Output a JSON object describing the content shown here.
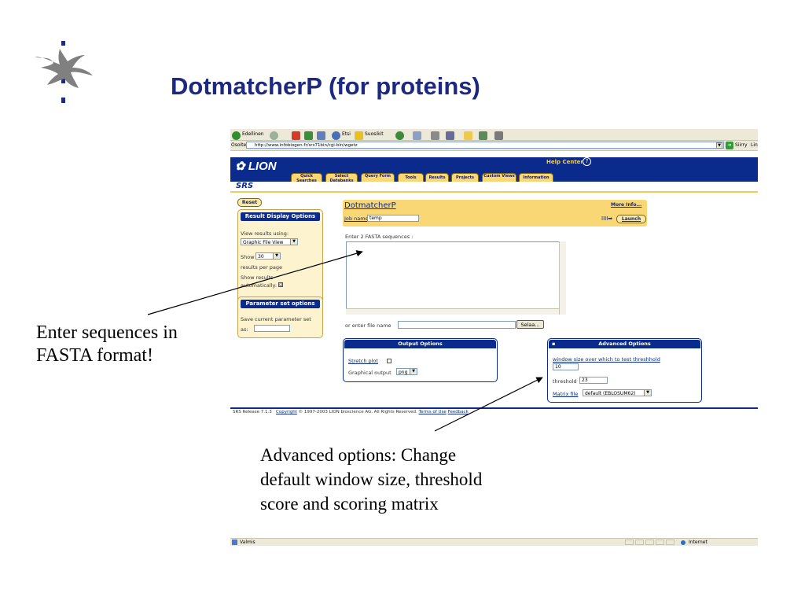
{
  "slide": {
    "title": "DotmatcherP (for proteins)",
    "caption_left": "Enter sequences in FASTA format!",
    "caption_bottom": "Advanced options: Change default window size, threshold score and scoring matrix"
  },
  "browser": {
    "toolbar": {
      "back": "Edellinen",
      "search": "Etsi",
      "favorites": "Suosikit"
    },
    "address": {
      "label": "Osoite",
      "url": "http://www.infobiogen.fr/srs71bin/cgi-bin/wgetz",
      "go": "Siirry",
      "links": "Lin"
    },
    "status": {
      "left": "Valmis",
      "zone": "Internet"
    }
  },
  "srs": {
    "logo": "LION",
    "help_center": "Help Center",
    "help_icon": "?",
    "section": "SRS",
    "tabs": [
      "Quick Searches",
      "Select Databanks",
      "Query Form",
      "Tools",
      "Results",
      "Projects",
      "Custom Views",
      "Information"
    ],
    "reset_label": "Reset",
    "result_panel": {
      "title": "Result Display Options",
      "view_using_label": "View results using:",
      "view_using_value": "Graphic File View",
      "show_label": "Show",
      "show_value": "30",
      "per_page_label": "results per page",
      "show_auto_label_1": "Show results",
      "show_auto_label_2": "automatically:",
      "show_auto_checked": "☑"
    },
    "param_panel": {
      "title": "Parameter set options",
      "save_label_1": "Save current parameter set",
      "save_label_2": "as:",
      "save_value": ""
    },
    "form": {
      "title": "DotmatcherP",
      "more_info": "More Info...",
      "job_label": "Job name:",
      "job_value": "temp",
      "launch_arrow": "IIII➡",
      "launch_label": "Launch",
      "fasta_label": "Enter 2 FASTA sequences :",
      "fasta_value": "",
      "file_label": "or enter file name",
      "file_value": "",
      "browse_label": "Selaa..."
    },
    "output": {
      "title": "Output Options",
      "stretch_label": "Stretch plot",
      "graphical_label": "Graphical output",
      "graphical_value": "png"
    },
    "advanced": {
      "title": "Advanced Options",
      "window_label": "window size over which to test threshhold",
      "window_value": "10",
      "threshold_label": "threshold",
      "threshold_value": "23",
      "matrix_label": "Matrix file",
      "matrix_value": "default (EBLOSUM62)"
    },
    "footer": {
      "release": "SRS Release 7.1.3",
      "copyright": "Copyright",
      "copyright_rest": "© 1997-2003 LION bioscience AG. All Rights Reserved.",
      "terms": "Terms of Use",
      "feedback": "Feedback"
    }
  },
  "colors": {
    "title": "#1d2880",
    "srs_blue": "#0b2b8c",
    "srs_yellow": "#f8d774",
    "panel_bg": "#fdf3cf"
  }
}
